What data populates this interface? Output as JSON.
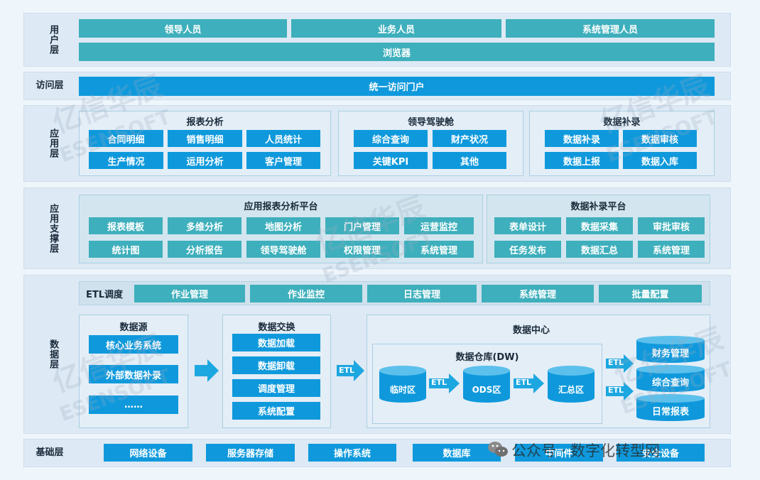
{
  "layers": {
    "user": "用户层",
    "access": "访问层",
    "app": "应用层",
    "support": "应用支撑层",
    "data": "数据层",
    "base": "基础层"
  },
  "user_layer": {
    "roles": [
      "领导人员",
      "业务人员",
      "系统管理人员"
    ],
    "browser": "浏览器"
  },
  "access_layer": {
    "portal": "统一访问门户"
  },
  "app_layer": {
    "report": {
      "title": "报表分析",
      "items": [
        "合同明细",
        "销售明细",
        "人员统计",
        "生产情况",
        "运用分析",
        "客户管理"
      ]
    },
    "cockpit": {
      "title": "领导驾驶舱",
      "items": [
        "综合查询",
        "财产状况",
        "关键KPI",
        "其他"
      ]
    },
    "supplement": {
      "title": "数据补录",
      "items": [
        "数据补录",
        "数据审核",
        "数据上报",
        "数据入库"
      ]
    }
  },
  "support_layer": {
    "report_platform": {
      "title": "应用报表分析平台",
      "items": [
        "报表模板",
        "多维分析",
        "地图分析",
        "门户管理",
        "运营监控",
        "统计图",
        "分析报告",
        "领导驾驶舱",
        "权限管理",
        "系统管理"
      ]
    },
    "supplement_platform": {
      "title": "数据补录平台",
      "items": [
        "表单设计",
        "数据采集",
        "审批审核",
        "任务发布",
        "数据汇总",
        "系统管理"
      ]
    }
  },
  "data_layer": {
    "etl_label": "ETL调度",
    "etl_items": [
      "作业管理",
      "作业监控",
      "日志管理",
      "系统管理",
      "批量配置"
    ],
    "source": {
      "title": "数据源",
      "items": [
        "核心业务系统",
        "外部数据补录",
        "……"
      ]
    },
    "exchange": {
      "title": "数据交换",
      "items": [
        "数据加载",
        "数据卸载",
        "调度管理",
        "系统配置"
      ]
    },
    "center": {
      "title": "数据中心",
      "dw_title": "数据仓库(DW)",
      "stores": [
        "临时区",
        "ODS区",
        "汇总区"
      ],
      "outputs": [
        "财务管理",
        "综合查询",
        "日常报表"
      ]
    },
    "etl_tag": "ETL"
  },
  "base_layer": {
    "items": [
      "网络设备",
      "服务器存储",
      "操作系统",
      "数据库",
      "中间件",
      "安全设备"
    ]
  },
  "watermark": {
    "cn": "亿信华辰",
    "en": "ESENSOFT"
  },
  "footer": {
    "account": "公众号 · 数字化转型网"
  },
  "colors": {
    "teal": "#3eafbc",
    "blue": "#0f99dc",
    "layer_bg": "#dde9f4"
  }
}
